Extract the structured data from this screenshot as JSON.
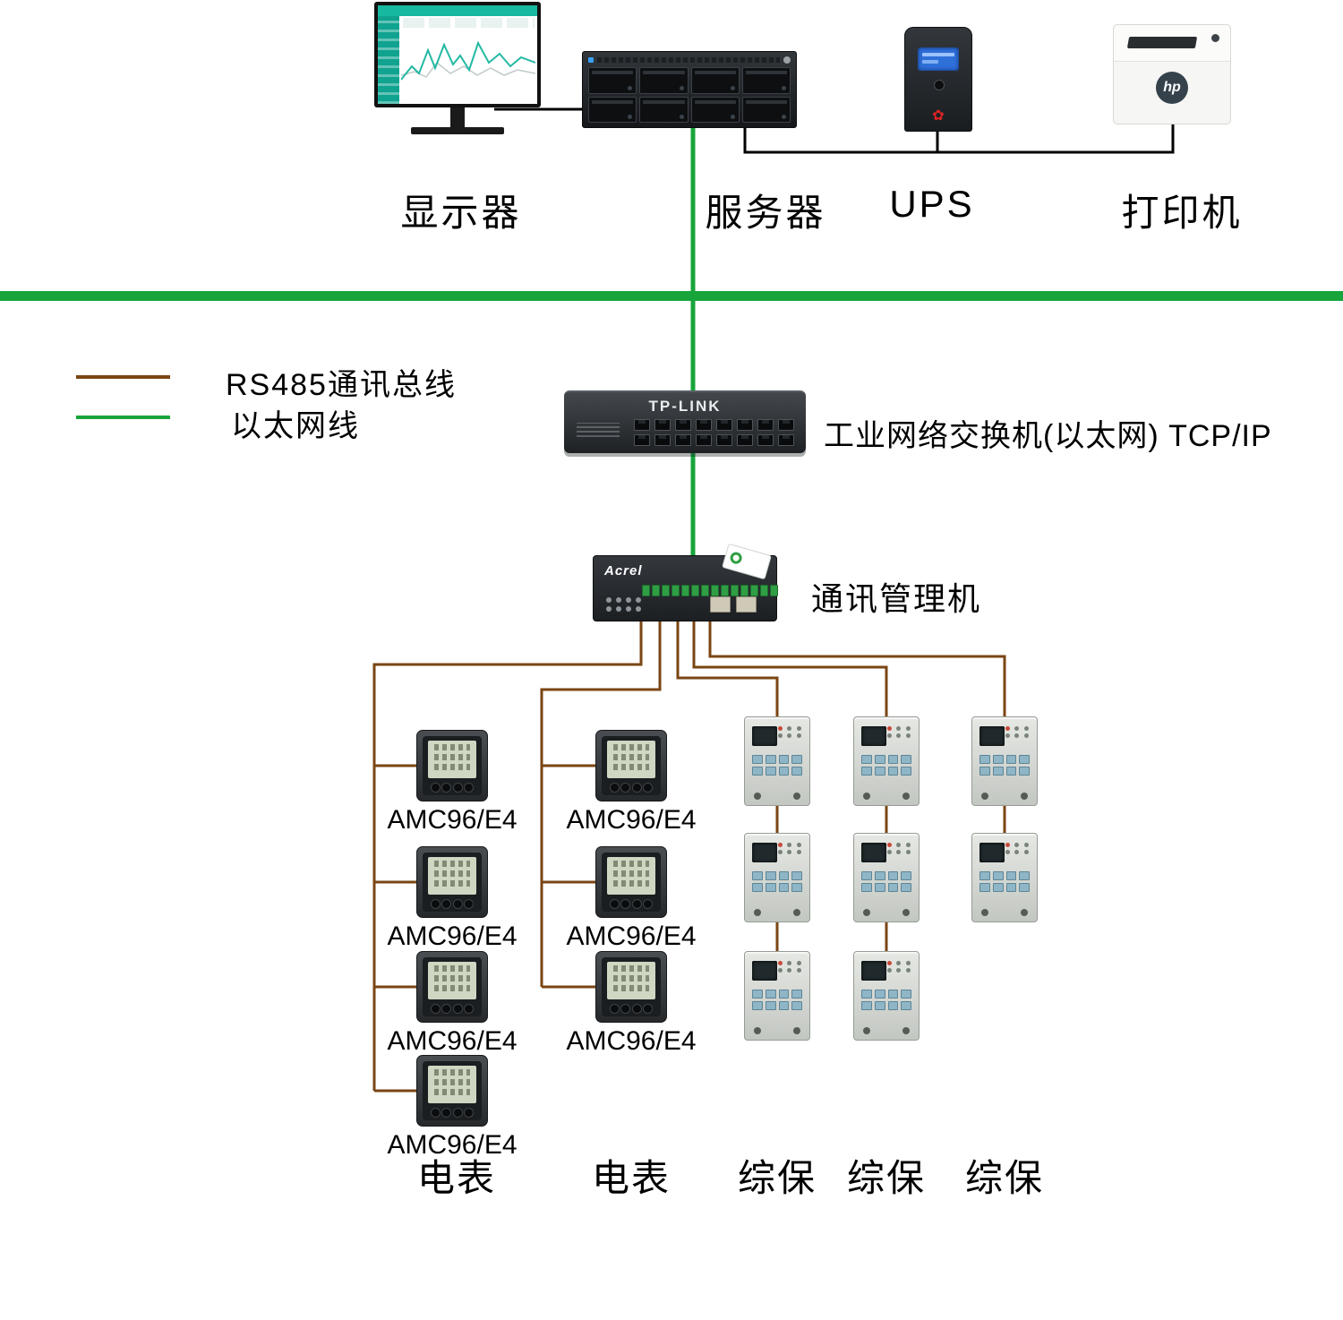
{
  "top": {
    "monitor_label": "显示器",
    "server_label": "服务器",
    "ups_label": "UPS",
    "printer_label": "打印机"
  },
  "legend": {
    "rs485_label": "RS485通讯总线",
    "ethernet_label": "以太网线"
  },
  "network": {
    "switch_brand": "TP-LINK",
    "switch_label": "工业网络交换机(以太网) TCP/IP",
    "gateway_brand": "Acrel",
    "gateway_label": "通讯管理机"
  },
  "devices": {
    "meter_model": "AMC96/E4",
    "printer_brand": "hp"
  },
  "columns": {
    "col1_label": "电表",
    "col2_label": "电表",
    "col3_label": "综保",
    "col4_label": "综保",
    "col5_label": "综保"
  },
  "colors": {
    "rs485_line": "#7a4513",
    "ethernet_line": "#17a53b",
    "link_line": "#000000"
  }
}
